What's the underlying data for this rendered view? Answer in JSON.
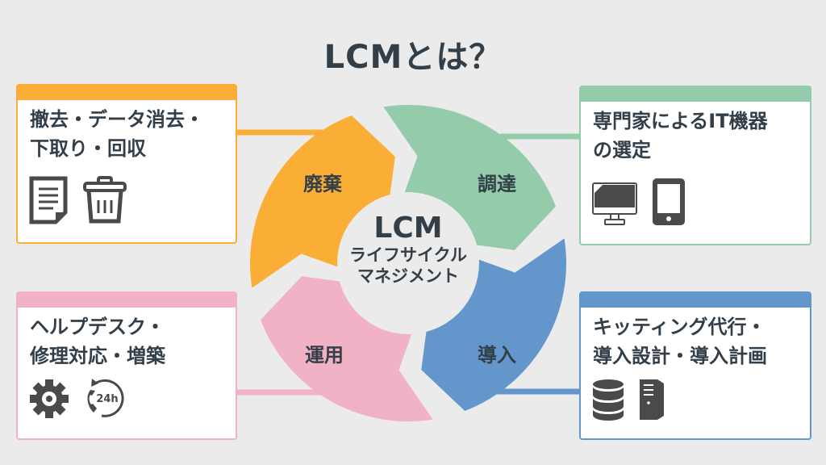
{
  "title": "LCMとは？",
  "center": {
    "main": "LCM",
    "sub_line1": "ライフサイクル",
    "sub_line2": "マネジメント"
  },
  "segments": [
    {
      "label": "廃棄",
      "color": "#fbae35"
    },
    {
      "label": "調達",
      "color": "#93cbab"
    },
    {
      "label": "導入",
      "color": "#6396cb"
    },
    {
      "label": "運用",
      "color": "#f1b2c5"
    }
  ],
  "cards": {
    "disposal": {
      "line1": "撤去・データ消去・",
      "line2": "下取り・回収",
      "color": "#fbae35",
      "icons": [
        "document-icon",
        "trash-icon"
      ]
    },
    "procurement": {
      "line1": "専門家によるIT機器",
      "line2": "の選定",
      "color": "#93cbab",
      "icons": [
        "monitor-icon",
        "smartphone-icon"
      ]
    },
    "operation": {
      "line1": "ヘルプデスク・",
      "line2": "修理対応・増築",
      "color": "#f1b2c5",
      "icons": [
        "gear-icon",
        "phone-24h-icon"
      ],
      "icon_text": "24h"
    },
    "introduction": {
      "line1": "キッティング代行・",
      "line2": "導入設計・導入計画",
      "color": "#6396cb",
      "icons": [
        "database-icon",
        "server-tower-icon"
      ]
    }
  }
}
